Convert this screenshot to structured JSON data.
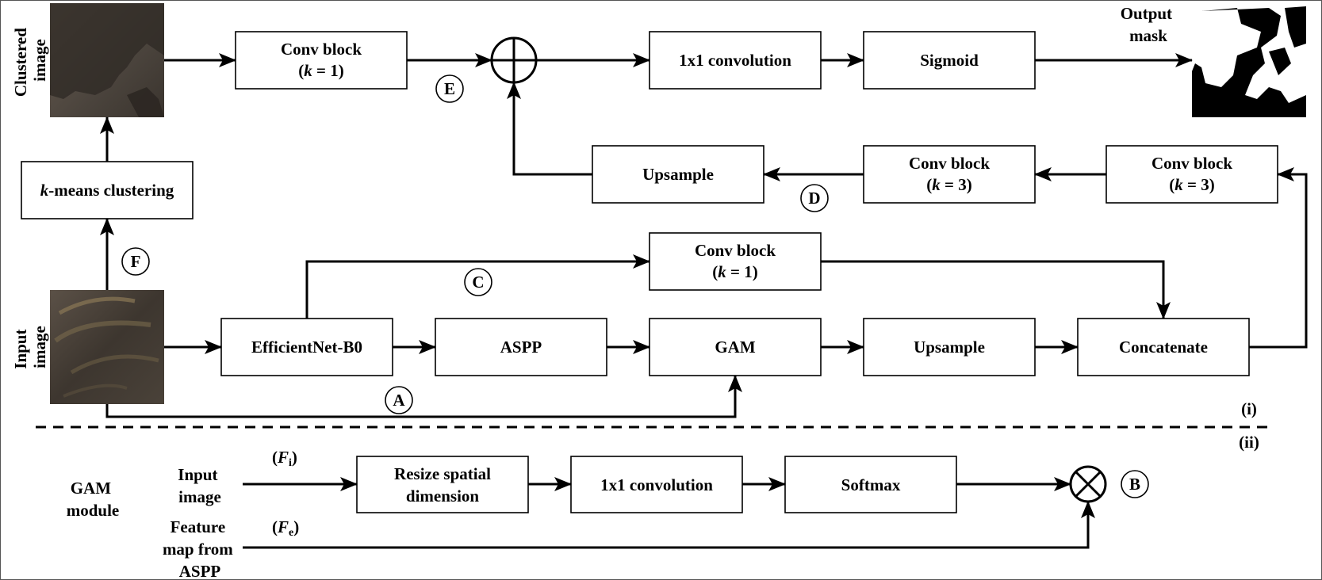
{
  "clustered_image_label": [
    "Clustered",
    "image"
  ],
  "input_image_label": [
    "Input",
    "image"
  ],
  "output_mask_label": [
    "Output",
    "mask"
  ],
  "kmeans": [
    "k",
    "-means clustering"
  ],
  "conv_k1_top": {
    "title": "Conv block",
    "k": "k",
    "eq": " = 1)"
  },
  "conv_k3_d": {
    "title": "Conv block",
    "k": "k",
    "eq": " = 3)"
  },
  "conv_k3_right": {
    "title": "Conv block",
    "k": "k",
    "eq": " = 3)"
  },
  "conv_k1_mid": {
    "title": "Conv block",
    "k": "k",
    "eq": " = 1)"
  },
  "conv1x1_top": "1x1 convolution",
  "sigmoid": "Sigmoid",
  "upsample_top": "Upsample",
  "efficientnet": "EfficientNet-B0",
  "aspp": "ASPP",
  "gam": "GAM",
  "upsample_bottom": "Upsample",
  "concatenate": "Concatenate",
  "markers": {
    "A": "A",
    "B": "B",
    "C": "C",
    "D": "D",
    "E": "E",
    "F": "F"
  },
  "section_i": "(i)",
  "section_ii": "(ii)",
  "gam_module": [
    "GAM",
    "module"
  ],
  "input_image_small": [
    "Input",
    "image"
  ],
  "feature_map": [
    "Feature",
    "map from",
    "ASPP"
  ],
  "fi": {
    "sym": "F",
    "sub": "i"
  },
  "fe": {
    "sym": "F",
    "sub": "e"
  },
  "resize": [
    "Resize spatial",
    "dimension"
  ],
  "conv1x1_bottom": "1x1 convolution",
  "softmax": "Softmax",
  "colors": {
    "stroke": "#000000",
    "background": "#ffffff"
  }
}
